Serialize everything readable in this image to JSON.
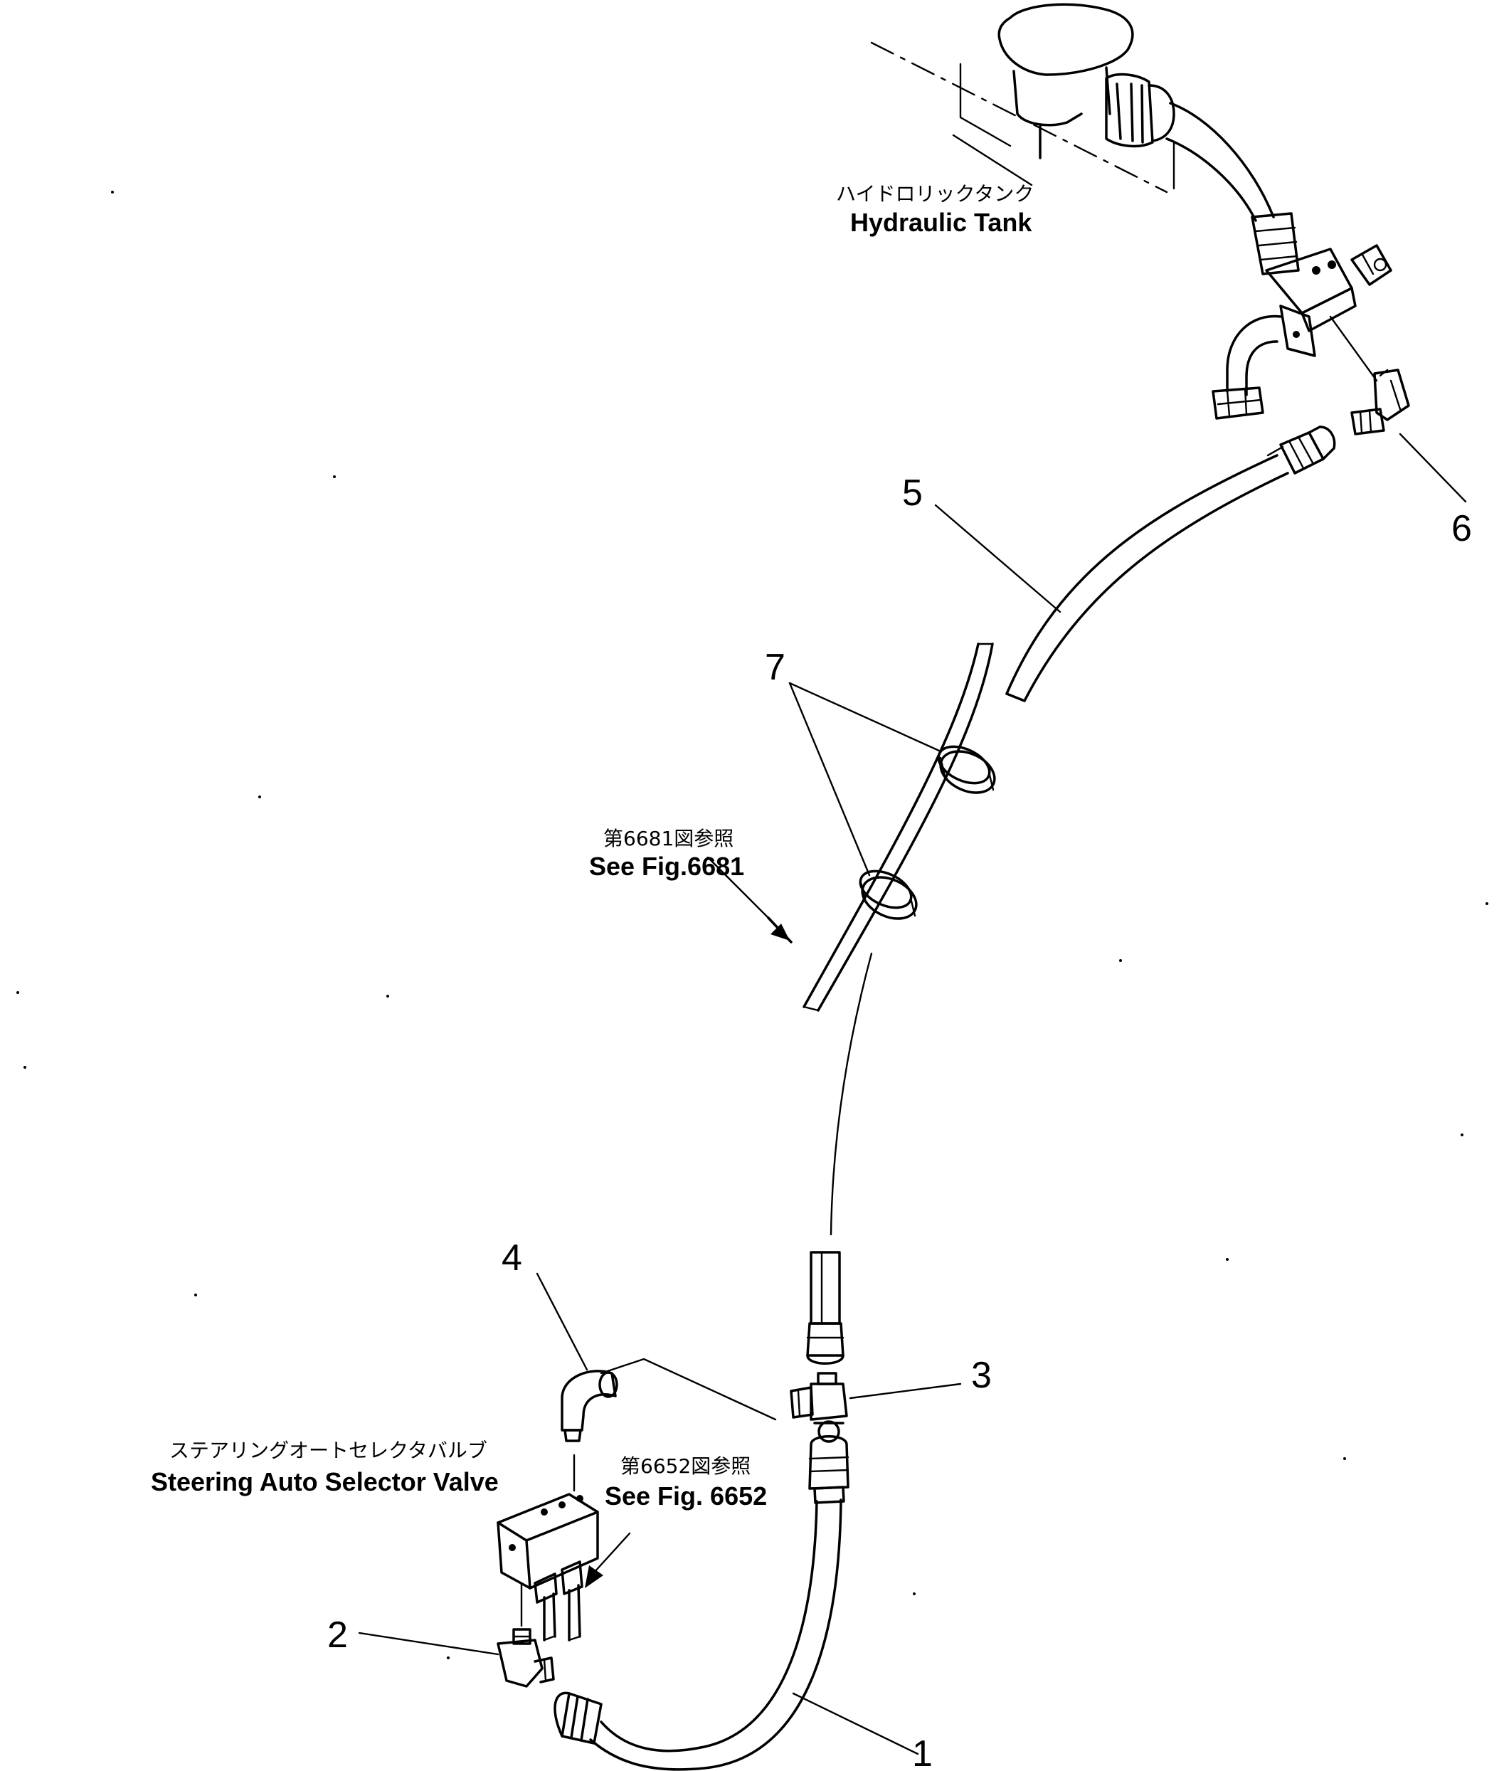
{
  "labels": {
    "hydraulic_tank_jp": "ハイドロリックタンク",
    "hydraulic_tank_en": "Hydraulic Tank",
    "see_fig_6681_jp": "第6681図参照",
    "see_fig_6681_en": "See Fig.6681",
    "steering_valve_jp": "ステアリングオートセレクタバルブ",
    "steering_valve_en": "Steering Auto Selector Valve",
    "see_fig_6652_jp": "第6652図参照",
    "see_fig_6652_en": "See Fig. 6652"
  },
  "callouts": {
    "c1": "1",
    "c2": "2",
    "c3": "3",
    "c4": "4",
    "c5": "5",
    "c6": "6",
    "c7": "7"
  }
}
